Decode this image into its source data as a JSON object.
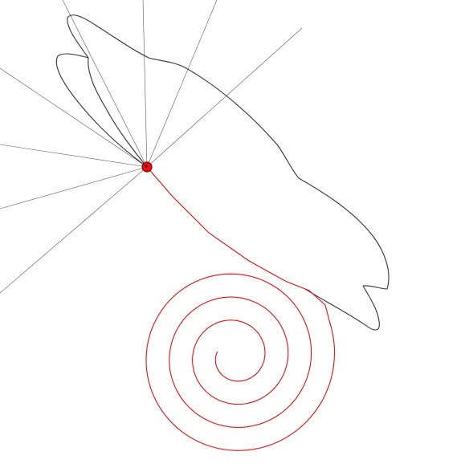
{
  "colors": {
    "background": "#ffffff",
    "rays": "#5a5a5a",
    "lobe_outline": "#333333",
    "trace": "#e01010",
    "hub_fill": "#e01010",
    "hub_stroke": "#8a0000"
  },
  "elements": {
    "rays": "radial-line-fan",
    "lobe": "lobed-outline-curve",
    "trace": "spiral-trace-curve",
    "hub": "center-hub-marker"
  }
}
